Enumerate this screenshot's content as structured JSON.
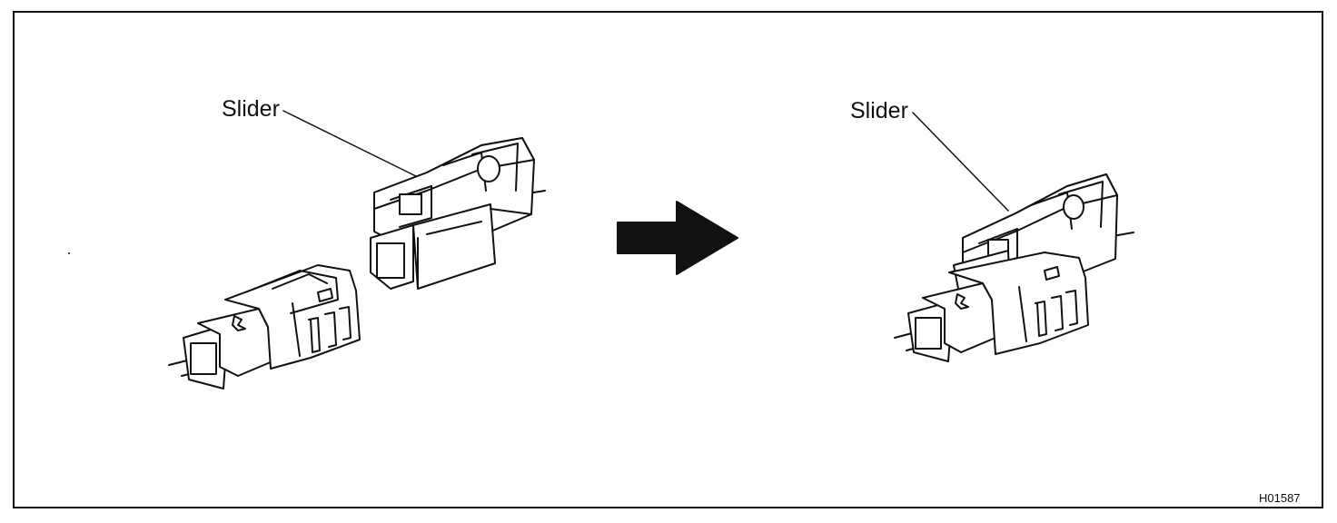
{
  "figure": {
    "left_label": "Slider",
    "right_label": "Slider",
    "code": "H01587"
  },
  "icons": [
    "arrow-right-icon"
  ],
  "colors": {
    "line": "#111111",
    "fill": "#ffffff"
  }
}
